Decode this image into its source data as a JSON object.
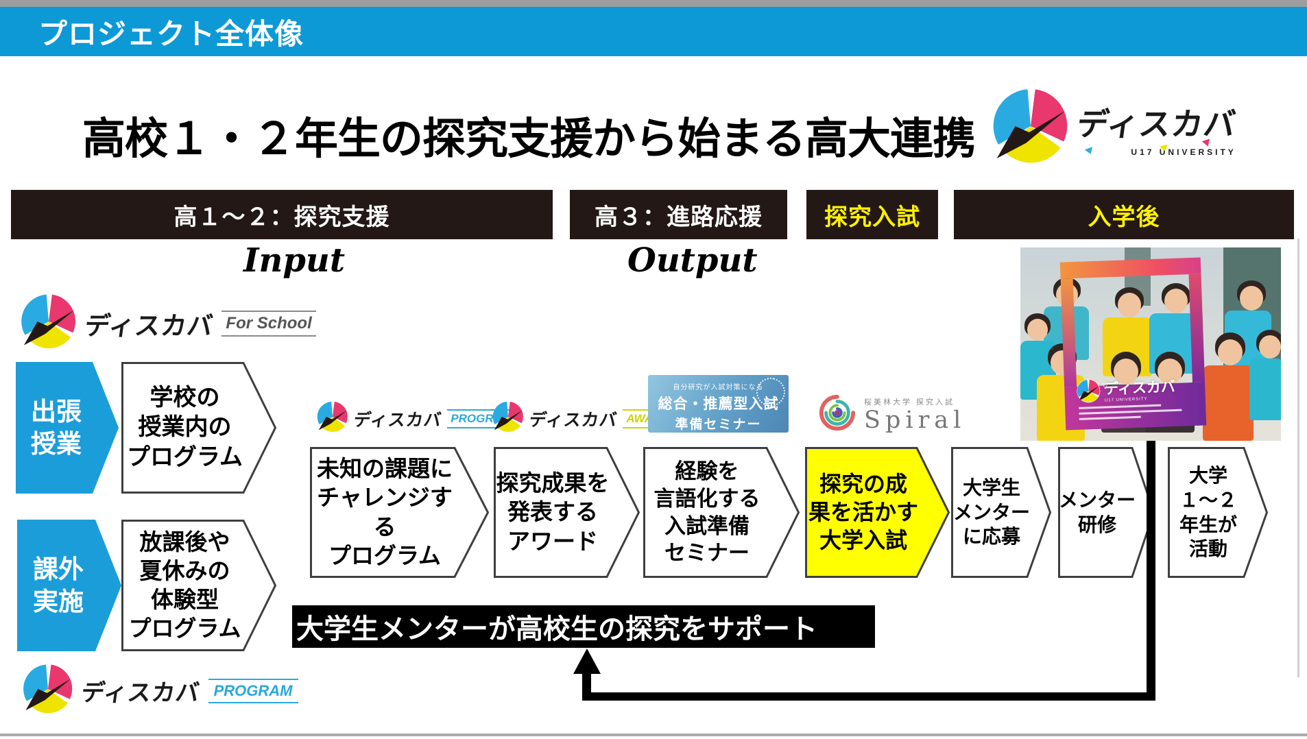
{
  "slide": {
    "banner_title": "プロジェクト全体像",
    "main_title": "高校１・２年生の探究支援から始まる高大連携"
  },
  "brand": {
    "name": "ディスカバ",
    "subtitle": "U17 UNIVERSITY",
    "variant_for_school": "For School",
    "variant_program": "PROGRAM",
    "variant_award": "AWARD"
  },
  "phases": [
    {
      "label": "高１～２：探究支援",
      "text_style": "white"
    },
    {
      "label": "高３：進路応援",
      "text_style": "white"
    },
    {
      "label": "探究入試",
      "text_style": "yellow"
    },
    {
      "label": "入学後",
      "text_style": "yellow"
    }
  ],
  "stage_labels": {
    "input": "Input",
    "output": "Output"
  },
  "delivery": [
    {
      "tag": "出張\n授業",
      "program": "学校の\n授業内の\nプログラム"
    },
    {
      "tag": "課外\n実施",
      "program": "放課後や\n夏休みの\n体験型\nプログラム"
    }
  ],
  "flow": [
    {
      "label": "未知の課題に\nチャレンジする\nプログラム",
      "highlighted": false
    },
    {
      "label": "探究成果を\n発表する\nアワード",
      "highlighted": false
    },
    {
      "label": "経験を\n言語化する\n入試準備\nセミナー",
      "highlighted": false
    },
    {
      "label": "探究の成\n果を活かす\n大学入試",
      "highlighted": true
    },
    {
      "label": "大学生\nメンター\nに応募",
      "highlighted": false
    },
    {
      "label": "メンター\n研修",
      "highlighted": false
    },
    {
      "label": "大学\n１～２\n年生が\n活動",
      "highlighted": false
    }
  ],
  "seminar_badge": {
    "tagline": "自分研究が入試対策になる",
    "title_line1": "総合・推薦型入試",
    "title_line2": "準備セミナー"
  },
  "spiral": {
    "university": "桜美林大学 探究入試",
    "name": "Spiral"
  },
  "support_banner": {
    "label": "大学生メンターが高校生の探究をサポート"
  },
  "colors": {
    "header_blue": "#0c99d6",
    "arrow_blue": "#1b9dd9",
    "bar_black": "#231815",
    "highlight_yellow": "#ffff00",
    "bar_yellow_text": "#fff100",
    "logo_cyan": "#29abe2",
    "logo_magenta": "#e8386d",
    "logo_yellow": "#efe300"
  }
}
